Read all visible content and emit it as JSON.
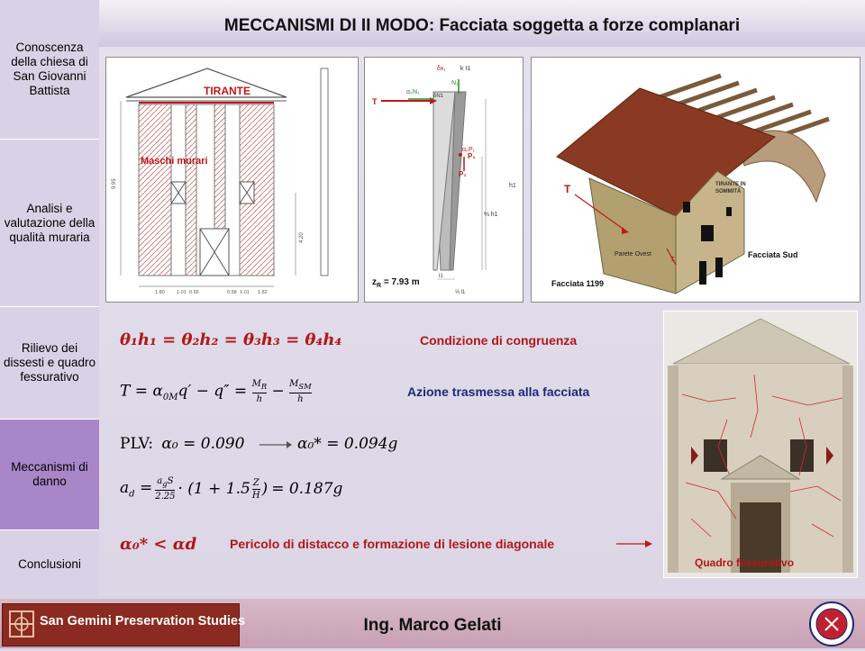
{
  "header": {
    "title": "MECCANISMI DI II MODO: Facciata soggetta a forze complanari"
  },
  "sidebar": {
    "items": [
      {
        "label": "Conoscenza della chiesa di San Giovanni Battista"
      },
      {
        "label": "Analisi e valutazione della qualità muraria"
      },
      {
        "label": "Rilievo dei dissesti e quadro fessurativo"
      },
      {
        "label": "Meccanismi di danno"
      },
      {
        "label": "Conclusioni"
      }
    ]
  },
  "panel1": {
    "tirante": "TIRANTE",
    "maschi": "Maschi murari",
    "dim_height": "9.95",
    "dim_right": "4.20",
    "dims_bottom": [
      "1.80",
      "1.01",
      "0.65",
      "0.58",
      "1.01",
      "1.82"
    ]
  },
  "panel2": {
    "T": "T",
    "dx": "δx₁",
    "k": "k I1",
    "aN": "α₀N₁",
    "N": "N₁",
    "dN": "δN1",
    "aP": "α₀P₁",
    "P1": "P₁",
    "P1b": "P₁",
    "h1": "h1",
    "h1b": "⅔ h1",
    "l1": "l1",
    "l1b": "⅓ l1",
    "zr": "z",
    "zr_sub": "R",
    "zr_val": " = 7.93 m"
  },
  "panel3": {
    "T1": "T",
    "T2": "T",
    "tirante": "TIRANTE IN SOMMITÀ",
    "tirante_l1": "TIRANTE IN",
    "tirante_l2": "SOMMITÀ",
    "parete": "Parete Ovest",
    "facciata_sud": "Facciata Sud",
    "facciata_1199": "Facciata 1199"
  },
  "equations": {
    "congruenza": "θ₁h₁ = θ₂h₂ = θ₃h₃ = θ₄h₄",
    "congruenza_note": "Condizione di congruenza",
    "azione_note": "Azione trasmessa alla facciata",
    "plv_label": "PLV:",
    "plv_a0": "α₀ = 0.090",
    "plv_a0star": "α₀* = 0.094g",
    "ad_result": "= 0.187g",
    "conclusion": "α₀* <  αd",
    "conclusion_note": "Pericolo di distacco e formazione di lesione diagonale"
  },
  "photo": {
    "caption": "Quadro fessurativo"
  },
  "footer": {
    "org": "San Gemini Preservation Studies",
    "author": "Ing. Marco Gelati"
  },
  "colors": {
    "accent": "#b01818",
    "sidebar_active": "#a986c8",
    "footer": "#c89fb4"
  }
}
